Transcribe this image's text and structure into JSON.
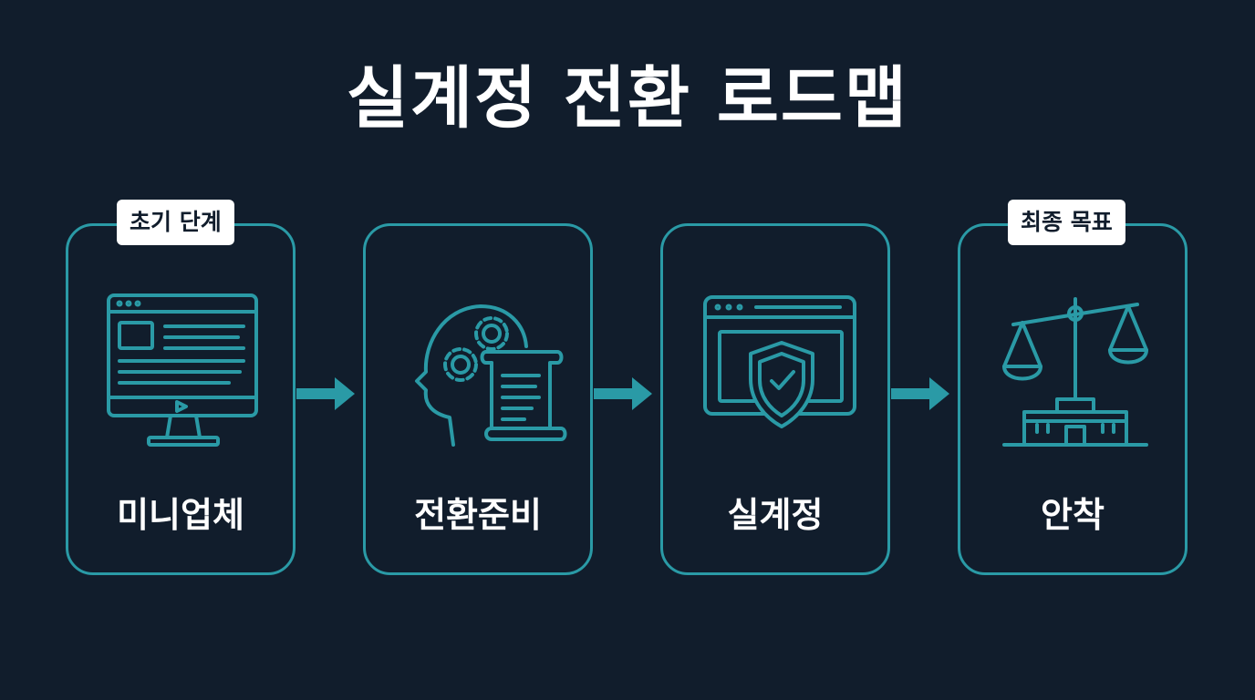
{
  "title": "실계정 전환 로드맵",
  "colors": {
    "background": "#111d2c",
    "accent": "#2a9aa6",
    "text": "#ffffff"
  },
  "steps": [
    {
      "label": "미니업체",
      "icon": "monitor-icon"
    },
    {
      "label": "전환준비",
      "icon": "head-gears-document-icon"
    },
    {
      "label": "실계정",
      "icon": "browser-shield-check-icon"
    },
    {
      "label": "안착",
      "icon": "scales-building-icon"
    }
  ],
  "badges": {
    "start": "초기 단계",
    "goal": "최종 목표"
  }
}
